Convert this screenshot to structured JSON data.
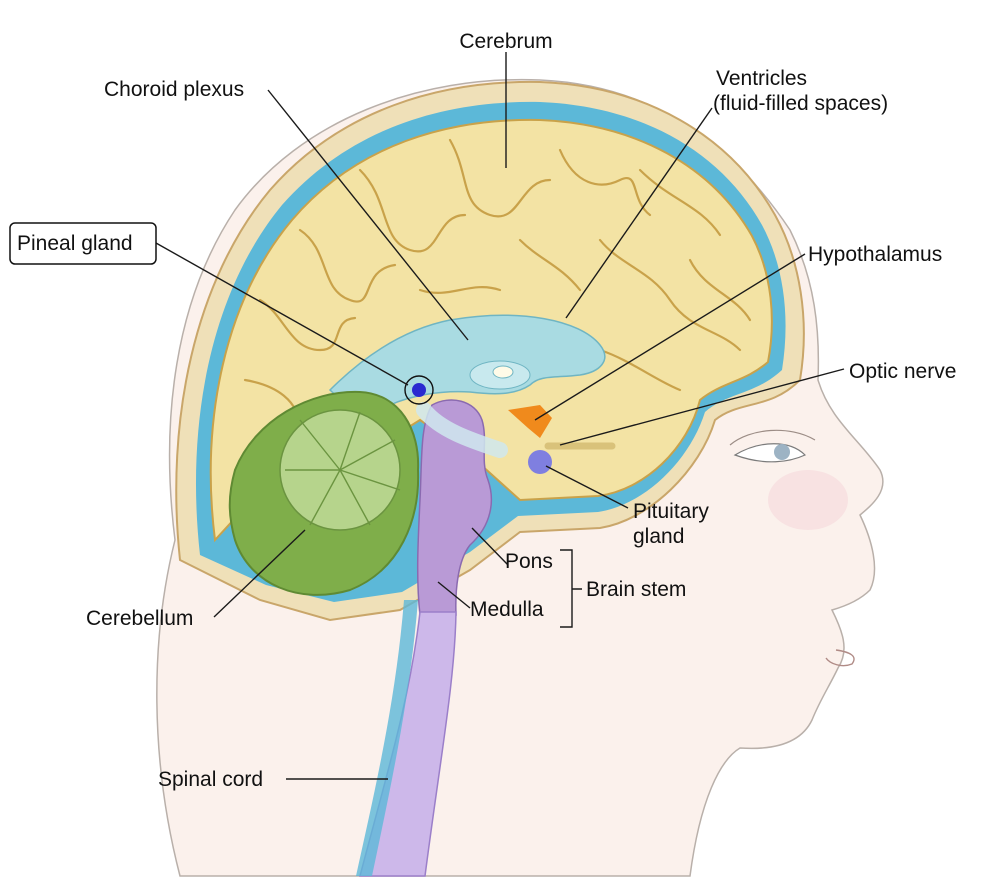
{
  "diagram": {
    "labels": {
      "cerebrum": "Cerebrum",
      "choroid_plexus": "Choroid plexus",
      "ventricles_line1": "Ventricles",
      "ventricles_line2": "(fluid-filled spaces)",
      "pineal_gland": "Pineal gland",
      "hypothalamus": "Hypothalamus",
      "optic_nerve": "Optic nerve",
      "pituitary_line1": "Pituitary",
      "pituitary_line2": "gland",
      "pons": "Pons",
      "medulla": "Medulla",
      "brain_stem": "Brain stem",
      "cerebellum": "Cerebellum",
      "spinal_cord": "Spinal cord"
    },
    "colors": {
      "cerebrum": "#f3e3a4",
      "gyri_lines": "#c9a24a",
      "csf_blue": "#5cb8d8",
      "skull": "#efe0b8",
      "ventricle": "#a9dbe2",
      "cerebellum": "#9fc27a",
      "brain_stem": "#b99ad6",
      "spinal_cord": "#cdb8ea",
      "hypothalamus": "#f08a1c",
      "pituitary": "#7f7fe0",
      "pineal": "#2a2ad0",
      "skin": "#fbf1ec"
    }
  }
}
